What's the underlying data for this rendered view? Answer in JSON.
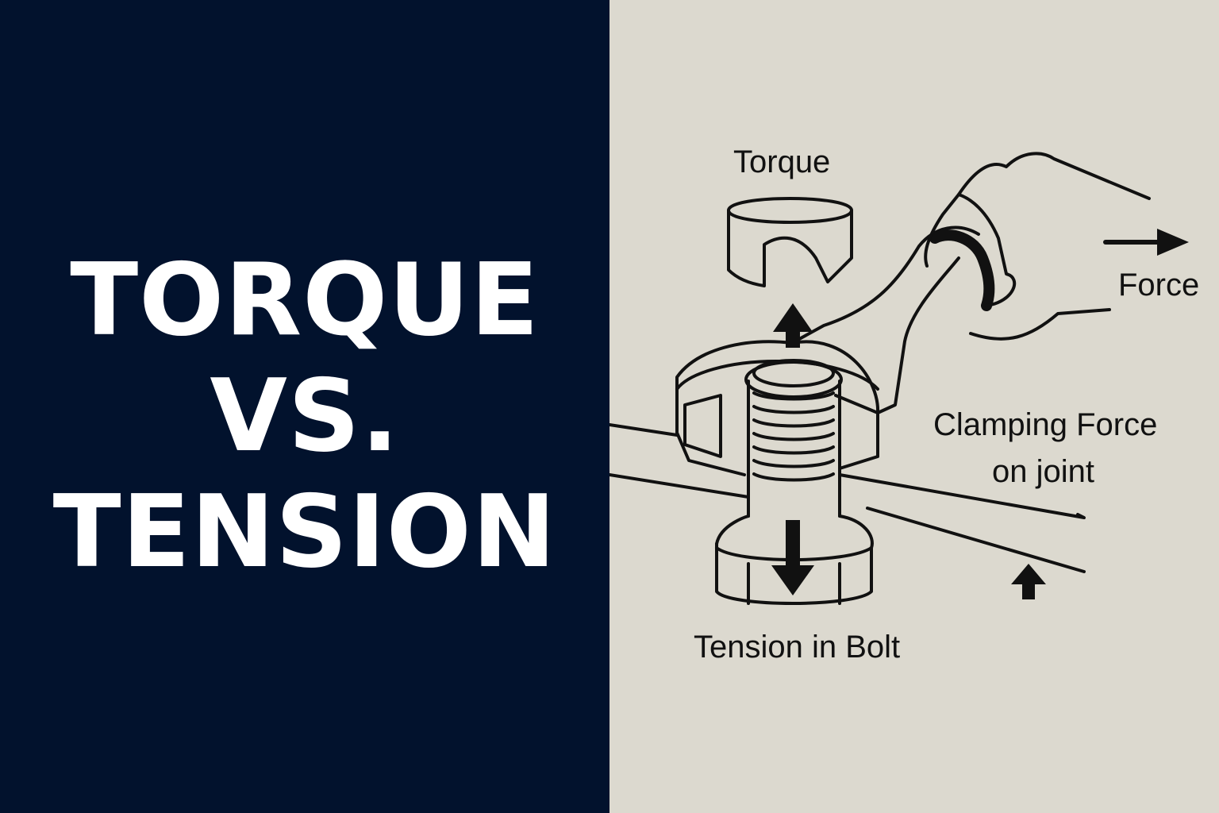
{
  "title": {
    "lines": [
      "TORQUE",
      "VS.",
      "TENSION"
    ]
  },
  "labels": {
    "torque": "Torque",
    "force": "Force",
    "clamping_line1": "Clamping Force",
    "clamping_line2": "on joint",
    "tension": "Tension in Bolt"
  },
  "colors": {
    "left_bg": "#02122d",
    "right_bg": "#dcd9cf",
    "ink": "#111111",
    "title_text": "#ffffff"
  }
}
